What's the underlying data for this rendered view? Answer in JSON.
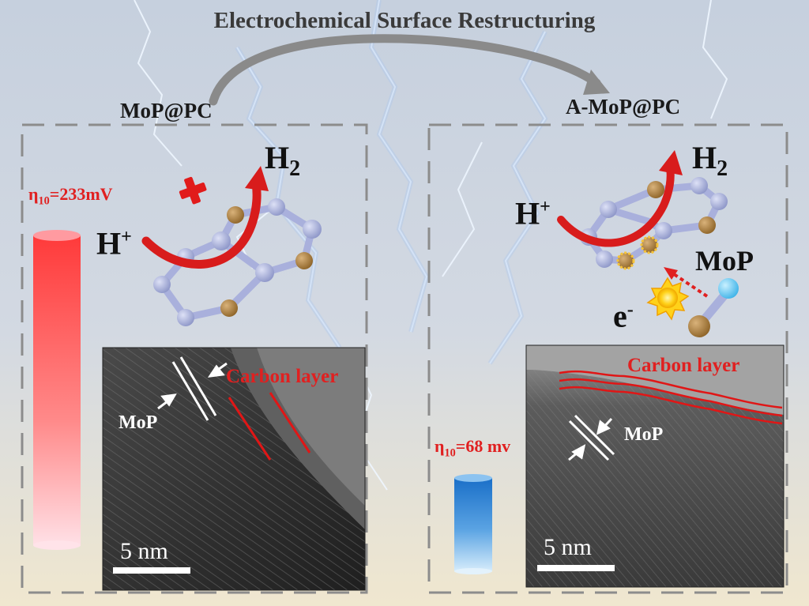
{
  "title": "Electrochemical Surface Restructuring",
  "left_panel": {
    "label": "MoP@PC",
    "overpotential": "η10=233mV",
    "proton": "H+",
    "product": "H2",
    "tem": {
      "lattice_label": "MoP",
      "layer_label": "Carbon layer",
      "scale_bar": "5 nm"
    }
  },
  "right_panel": {
    "label": "A-MoP@PC",
    "overpotential": "η10=68 mv",
    "proton": "H+",
    "product": "H2",
    "electron": "e-",
    "species": "MoP",
    "tem": {
      "lattice_label": "MoP",
      "layer_label": "Carbon layer",
      "scale_bar": "5 nm"
    }
  },
  "colors": {
    "background_top": "#c8d2df",
    "background_bottom": "#efe6cf",
    "panel_border": "#8c8c8c",
    "arrow_red": "#d81c1c",
    "bar_red": "#ff4a4a",
    "bar_blue": "#1f7ad0",
    "carbon_atom": "#a4acdc",
    "heteroatom": "#a97e3c",
    "mo_atom": "#6fcaf0"
  }
}
